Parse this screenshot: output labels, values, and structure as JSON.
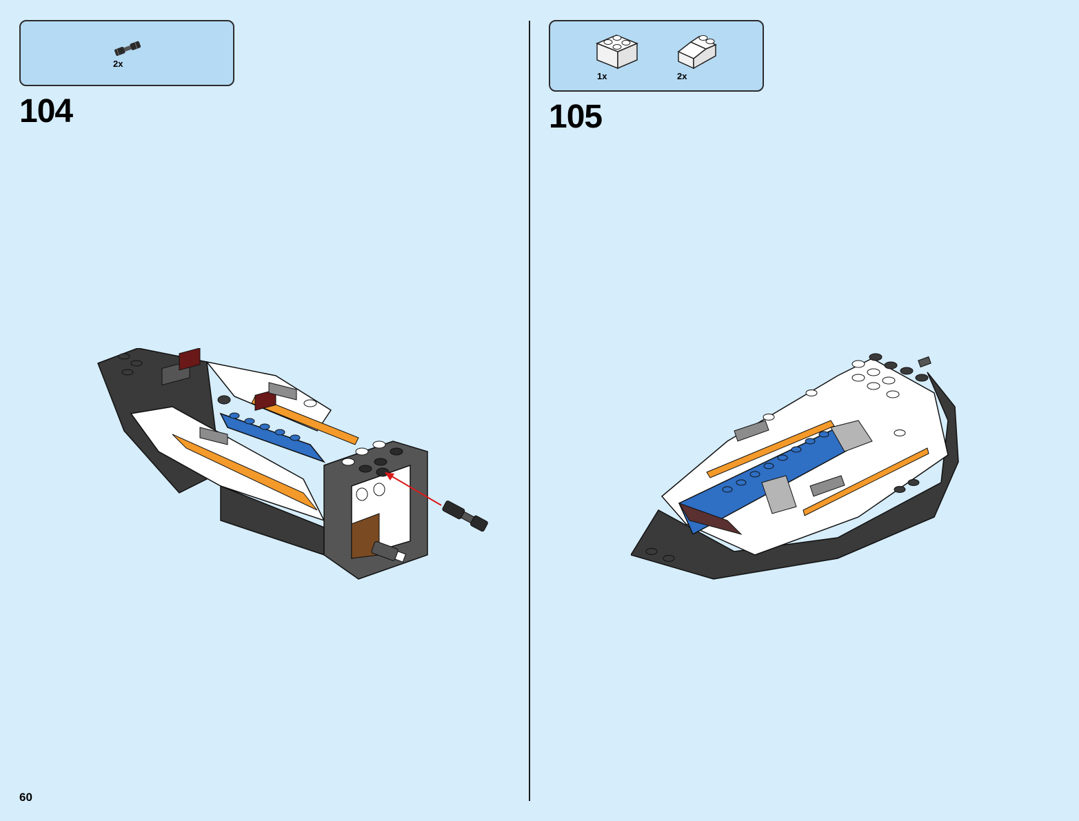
{
  "page": {
    "number": "60"
  },
  "colors": {
    "background": "#d6edfb",
    "parts_box": "#b5daf3",
    "brick_black": "#3a3a3a",
    "brick_white": "#ffffff",
    "brick_blue": "#2f6fc4",
    "brick_orange": "#f39a2b",
    "brick_grey": "#8c8c8c",
    "arrow_red": "#d91a1a"
  },
  "steps": [
    {
      "number": "104",
      "parts": [
        {
          "icon": "axle-pin-icon",
          "quantity": "2x"
        }
      ]
    },
    {
      "number": "105",
      "parts": [
        {
          "icon": "white-brick-2x2-icon",
          "quantity": "1x"
        },
        {
          "icon": "white-slope-2x2-icon",
          "quantity": "2x"
        }
      ]
    }
  ]
}
